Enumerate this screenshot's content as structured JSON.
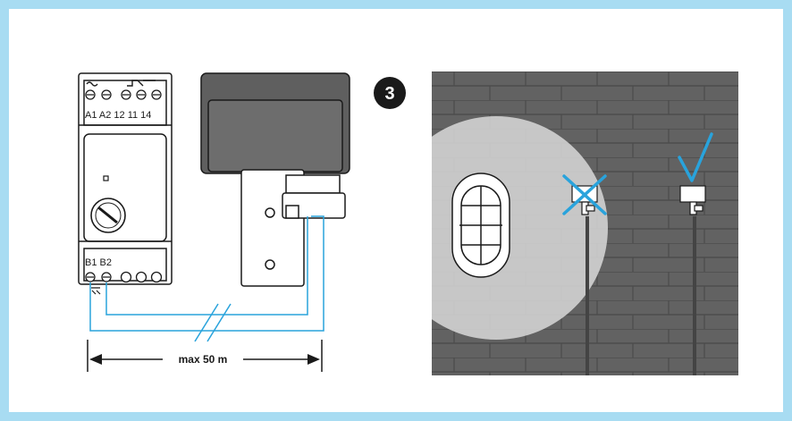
{
  "step": {
    "number": "3"
  },
  "relay": {
    "top_terminals": "A1 A2  12  11 14",
    "bottom_terminals": "B1 B2"
  },
  "cable": {
    "distance_label": "max 50 m",
    "color": "#29a3dc"
  },
  "frame": {
    "color": "#a8dcf2"
  },
  "scene": {
    "wall_color": "#5f5f5f",
    "wrong_mark_color": "#29a3dc",
    "right_mark_color": "#29a3dc"
  }
}
